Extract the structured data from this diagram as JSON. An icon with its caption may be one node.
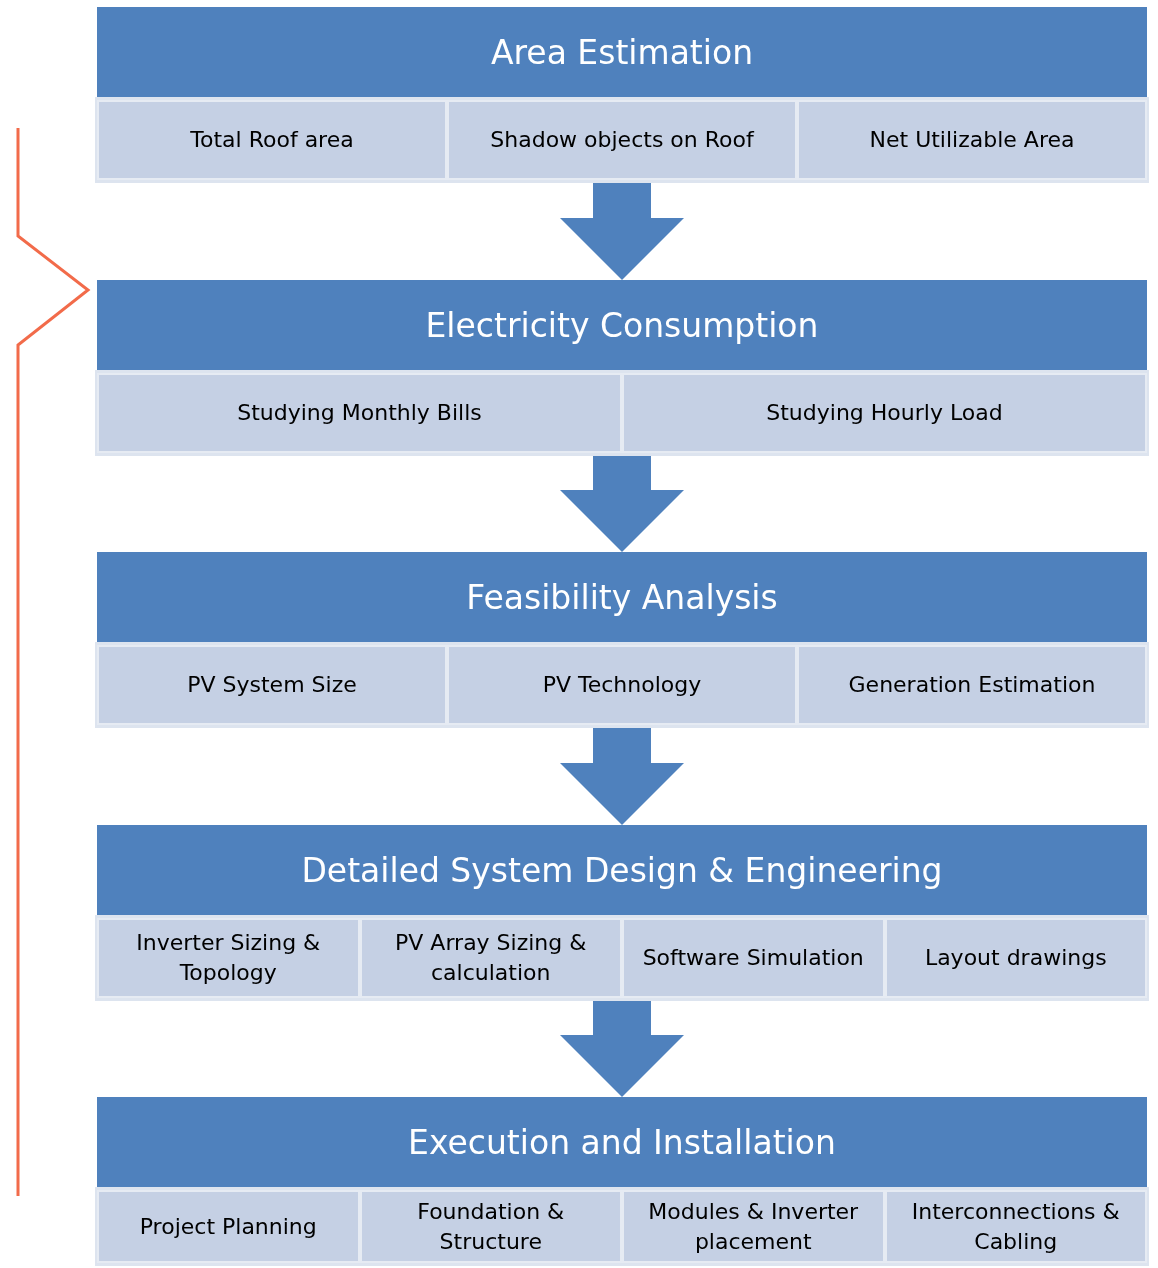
{
  "diagram": {
    "nodes": [
      {
        "text": [
          "Area Estimation"
        ]
      },
      {
        "text": [],
        "shape": "box"
      },
      {
        "text": [
          "Total Roof area"
        ],
        "in": 1
      },
      {
        "text": [
          "Shadow objects on Roof"
        ],
        "in": 1
      },
      {
        "text": [
          "Net Utilizable Area"
        ],
        "in": 1
      },
      {
        "text": [
          "Electricity Consumption"
        ]
      },
      {
        "text": [],
        "shape": "box"
      },
      {
        "text": [
          "Studying Monthly Bills"
        ],
        "in": 6
      },
      {
        "text": [
          "Studying Hourly Load"
        ],
        "in": 6
      },
      {
        "text": [
          "Feasibility Analysis"
        ]
      },
      {
        "text": [],
        "shape": "box"
      },
      {
        "text": [
          "PV System Size"
        ],
        "in": 10
      },
      {
        "text": [
          "PV Technology"
        ],
        "in": 10
      },
      {
        "text": [
          "Generation Estimation"
        ],
        "in": 10
      },
      {
        "text": [
          "Detailed System Design & Engineering"
        ]
      },
      {
        "text": [],
        "shape": "box"
      },
      {
        "text": [
          "Inverter Sizing & Topology"
        ],
        "in": 15
      },
      {
        "text": [
          "PV Array Sizing & calculation"
        ],
        "in": 15
      },
      {
        "text": [
          "Software Simulation"
        ],
        "in": 15
      },
      {
        "text": [
          "Layout drawings"
        ],
        "in": 15
      },
      {
        "text": [
          "Execution and Installation"
        ]
      },
      {
        "text": [],
        "shape": "box"
      },
      {
        "text": [
          "Project Planning"
        ],
        "in": 21
      },
      {
        "text": [
          "Foundation & Structure"
        ],
        "in": 21
      },
      {
        "text": [
          "Modules & Inverter placement"
        ],
        "in": 21
      },
      {
        "text": [
          "Interconnections & Cabling"
        ],
        "in": 21
      }
    ],
    "edges": [
      {
        "from": 1,
        "to": 5,
        "arrow": "to"
      },
      {
        "from": 6,
        "to": 9,
        "arrow": "to"
      },
      {
        "from": 10,
        "to": 14,
        "arrow": "to"
      },
      {
        "from": 15,
        "to": 20,
        "arrow": "to"
      }
    ]
  }
}
